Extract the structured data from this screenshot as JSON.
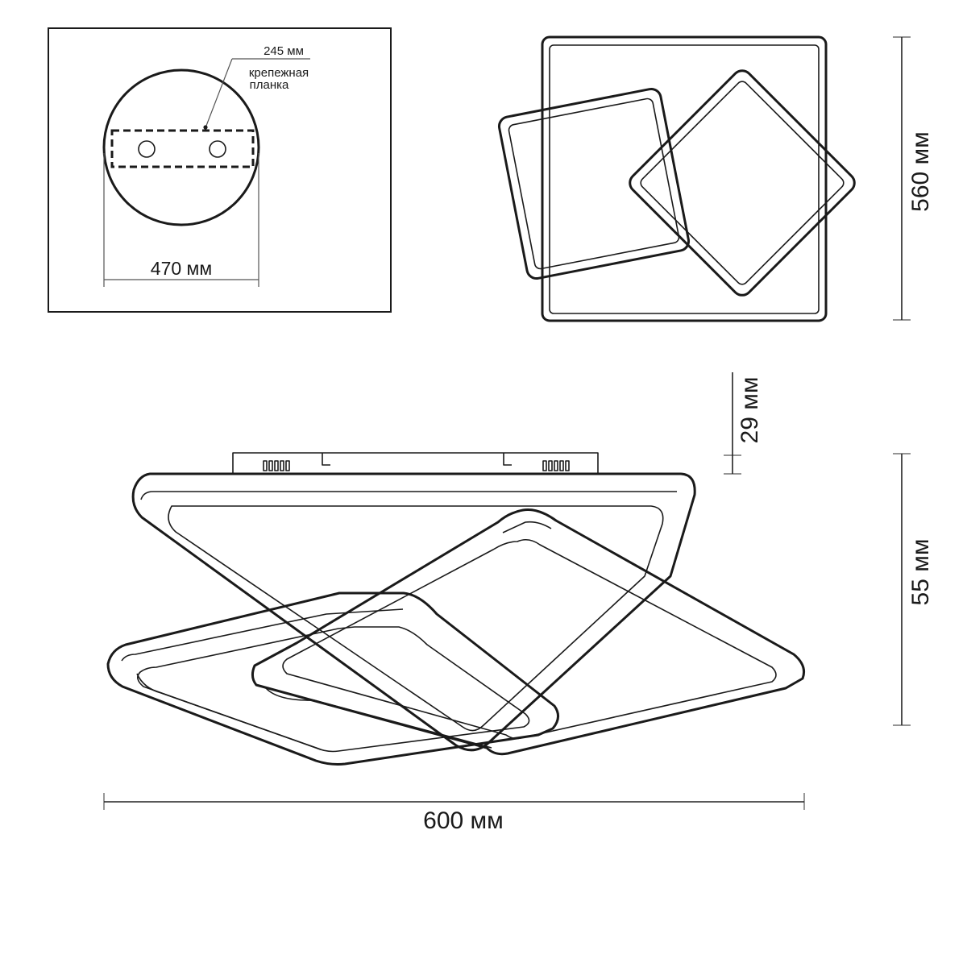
{
  "labels": {
    "mount_width": "245 мм",
    "mount_plate_line1": "крепежная",
    "mount_plate_line2": "планка",
    "base_diameter": "470 мм",
    "top_view_height": "560 мм",
    "body_height": "29 мм",
    "total_height": "55 мм",
    "total_width": "600 мм"
  }
}
